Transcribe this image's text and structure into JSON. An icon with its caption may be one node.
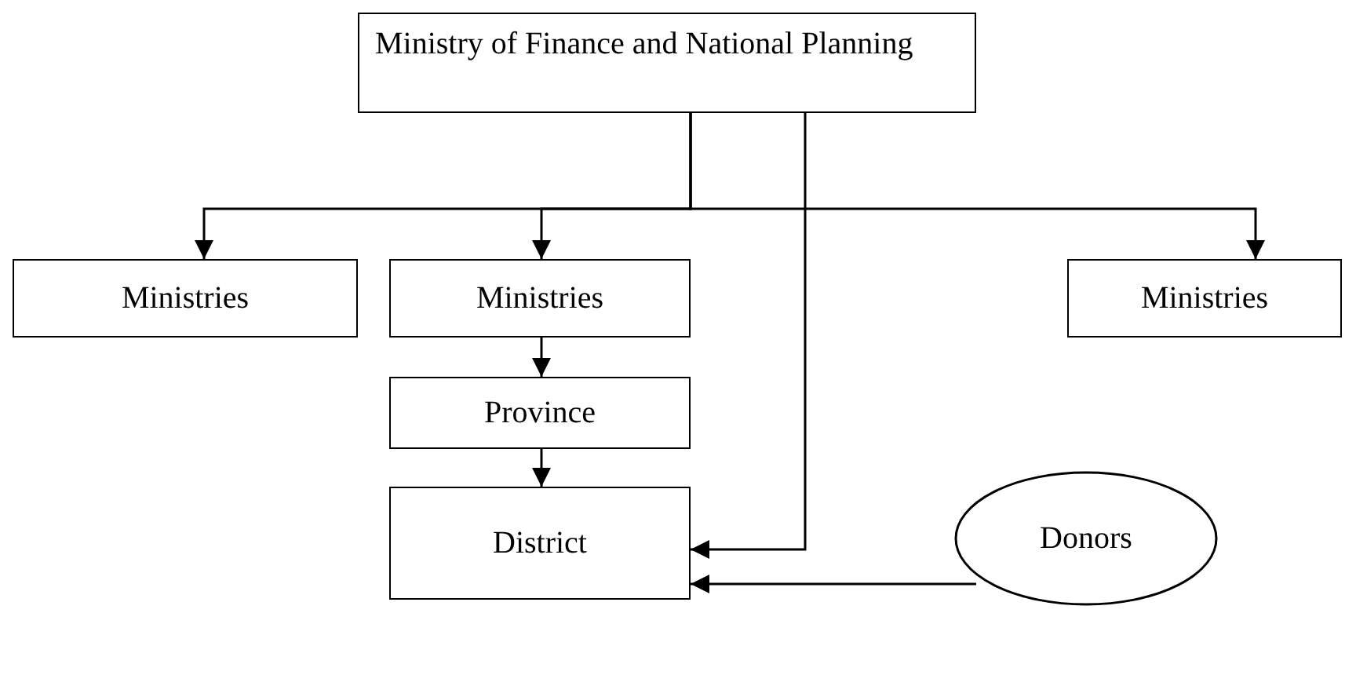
{
  "diagram": {
    "nodes": [
      {
        "text": [
          "Ministry of Finance and National Planning"
        ]
      },
      {
        "text": [
          "Ministries"
        ]
      },
      {
        "text": [
          "Ministries"
        ]
      },
      {
        "text": [
          "Ministries"
        ]
      },
      {
        "text": [
          "Province"
        ]
      },
      {
        "text": [
          "District"
        ]
      },
      {
        "text": [
          "Donors"
        ]
      }
    ],
    "edges": [
      {
        "from": 0,
        "to": 1,
        "arrow": "to"
      },
      {
        "from": 0,
        "to": 2,
        "arrow": "to"
      },
      {
        "from": 0,
        "to": 3,
        "arrow": "to"
      },
      {
        "from": 2,
        "to": 4,
        "arrow": "to"
      },
      {
        "from": 4,
        "to": 5,
        "arrow": "to"
      },
      {
        "from": 0,
        "to": 5,
        "arrow": "to"
      },
      {
        "from": 6,
        "to": 5,
        "arrow": "to"
      }
    ]
  }
}
